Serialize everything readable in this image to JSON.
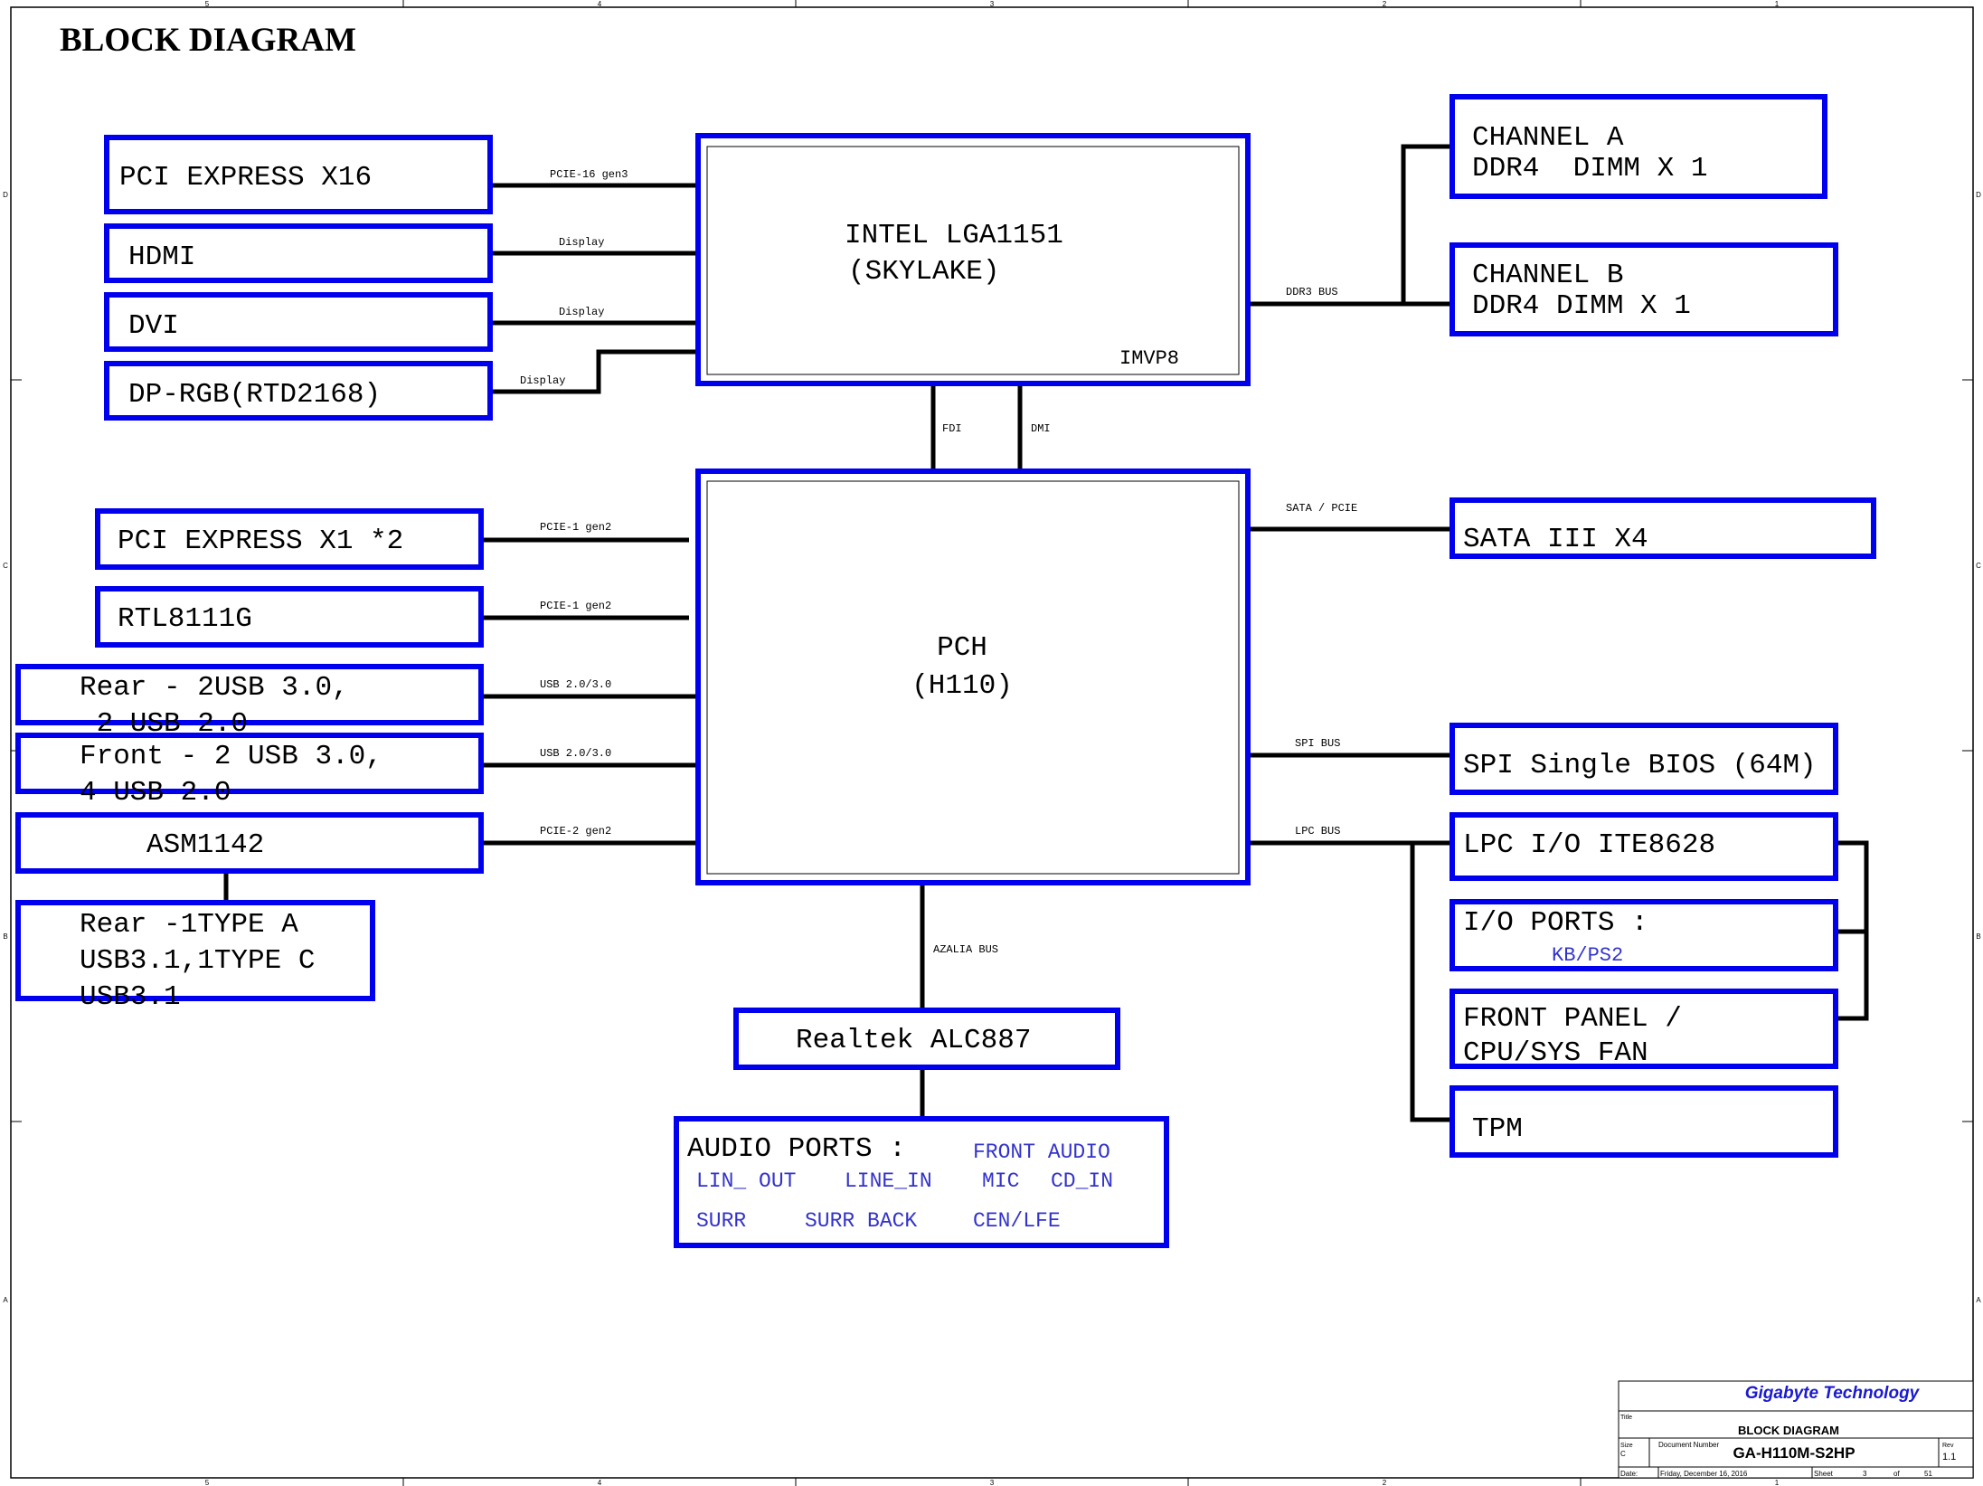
{
  "title": "BLOCK DIAGRAM",
  "border_marks": {
    "top": [
      "5",
      "4",
      "3",
      "2",
      "1"
    ],
    "bottom": [
      "5",
      "4",
      "3",
      "2",
      "1"
    ],
    "left": [
      "D",
      "C",
      "B",
      "A"
    ],
    "right": [
      "D",
      "C",
      "B",
      "A"
    ]
  },
  "colors": {
    "box_border": "#0000ee",
    "wire": "#000000",
    "blue_text": "#3333cc",
    "company_text": "#1a1ad0"
  },
  "blocks": {
    "pci_x16": "PCI EXPRESS X16",
    "hdmi": "HDMI",
    "dvi": "DVI",
    "dp_rgb": "DP-RGB(RTD2168)",
    "cpu_line1": "INTEL LGA1151",
    "cpu_line2": "(SKYLAKE)",
    "cpu_sub": "IMVP8",
    "channel_a_line1": "CHANNEL A",
    "channel_a_line2": "DDR4  DIMM X 1",
    "channel_b_line1": "CHANNEL B",
    "channel_b_line2": "DDR4 DIMM X 1",
    "pci_x1": "PCI EXPRESS X1 *2",
    "rtl": "RTL8111G",
    "rear_usb_line1": "Rear - 2USB 3.0,",
    "rear_usb_line2": " 2 USB 2.0",
    "front_usb_line1": "Front - 2 USB 3.0,",
    "front_usb_line2": "4 USB 2.0",
    "asm": "ASM1142",
    "rear_typec_line1": "Rear -1TYPE A",
    "rear_typec_line2": "USB3.1,1TYPE C",
    "rear_typec_line3": "USB3.1",
    "pch_line1": "PCH",
    "pch_line2": "(H110)",
    "sata": "SATA III X4",
    "spi": "SPI Single BIOS (64M)",
    "lpc": "LPC I/O ITE8628",
    "io_ports": "I/O PORTS :",
    "io_ports_sub": "KB/PS2",
    "front_panel_line1": "FRONT PANEL /",
    "front_panel_line2": "CPU/SYS FAN",
    "tpm": "TPM",
    "realtek": "Realtek ALC887",
    "audio_title": "AUDIO PORTS :",
    "audio_front": "FRONT AUDIO",
    "audio_lin_out": "LIN_ OUT",
    "audio_line_in": "LINE_IN",
    "audio_mic": "MIC",
    "audio_cd_in": "CD_IN",
    "audio_surr": "SURR",
    "audio_surr_back": "SURR BACK",
    "audio_cen_lfe": "CEN/LFE"
  },
  "buses": {
    "pcie16": "PCIE-16 gen3",
    "display1": "Display",
    "display2": "Display",
    "display3": "Display",
    "ddr": "DDR3 BUS",
    "fdi": "FDI",
    "dmi": "DMI",
    "pcie1_a": "PCIE-1 gen2",
    "pcie1_b": "PCIE-1 gen2",
    "usb_a": "USB 2.0/3.0",
    "usb_b": "USB 2.0/3.0",
    "pcie2": "PCIE-2 gen2",
    "sata_pcie": "SATA / PCIE",
    "spi_bus": "SPI BUS",
    "lpc_bus": "LPC BUS",
    "azalia": "AZALIA BUS"
  },
  "title_block": {
    "company": "Gigabyte Technology",
    "title_label": "Title",
    "title_value": "BLOCK DIAGRAM",
    "size_label": "Size",
    "size_value": "C",
    "docnum_label": "Document Number",
    "docnum_value": "GA-H110M-S2HP",
    "rev_label": "Rev",
    "rev_value": "1.1",
    "date_label": "Date:",
    "date_value": "Friday, December 16, 2016",
    "sheet_label": "Sheet",
    "sheet_value": "3",
    "of_label": "of",
    "total_sheets": "51"
  }
}
